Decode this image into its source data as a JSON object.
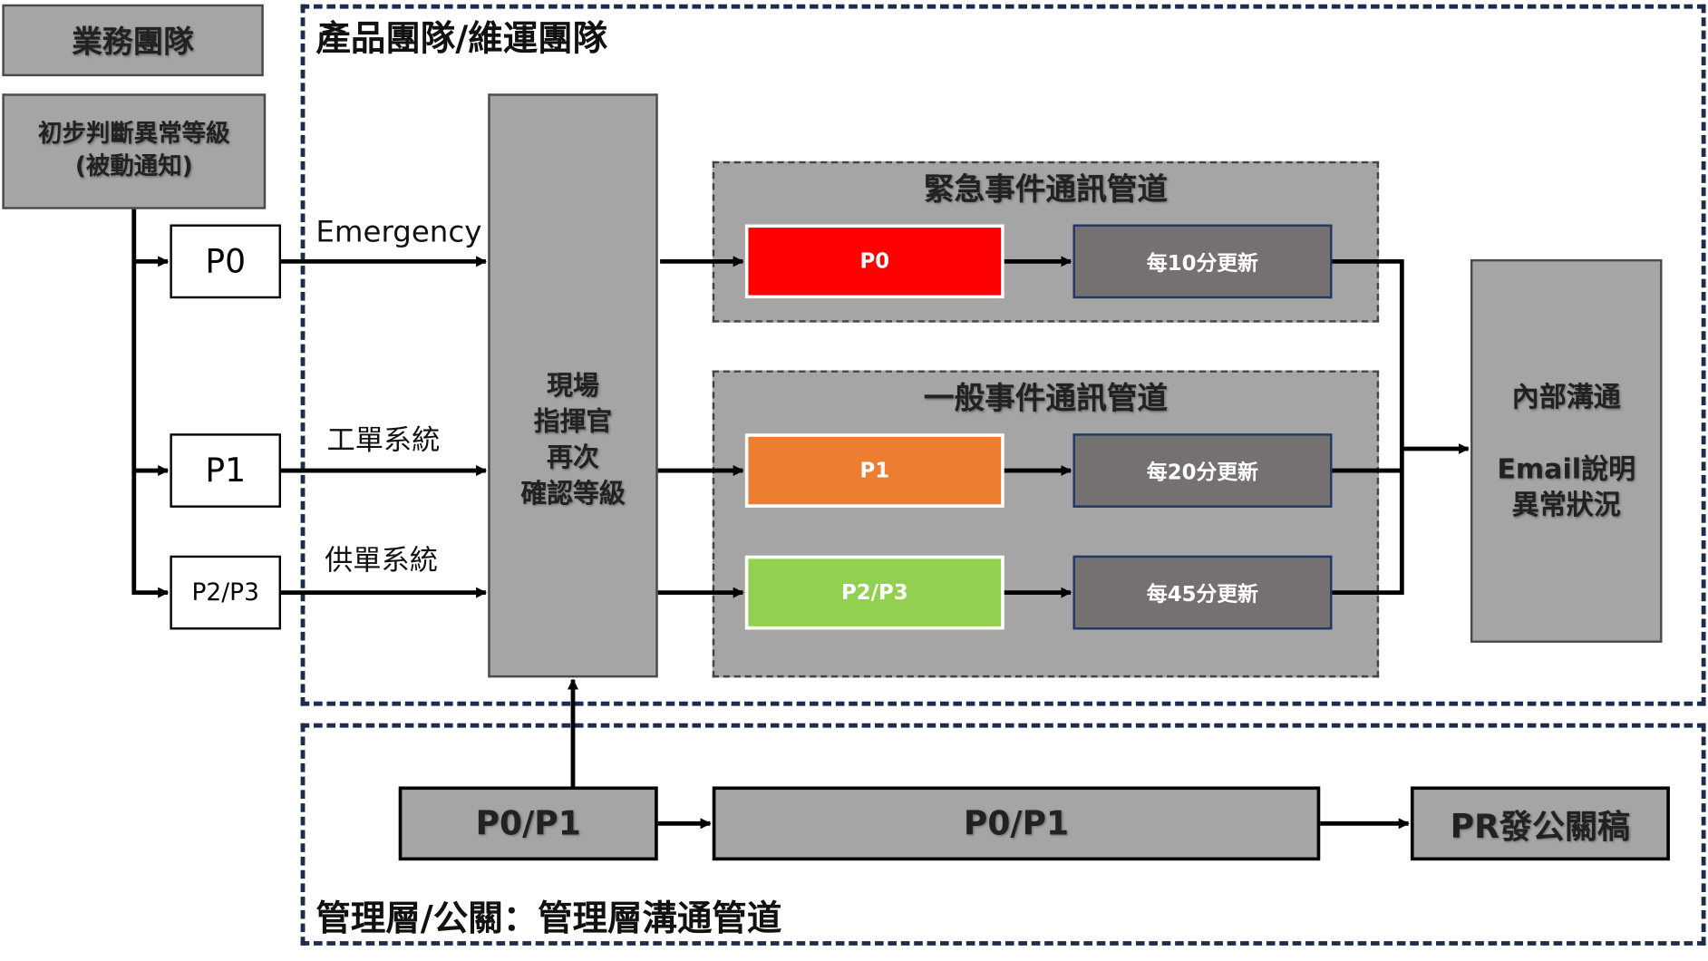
{
  "business_team": {
    "title": "業務團隊",
    "initial_judgment": [
      "初步判斷異常等級",
      "(被動通知)"
    ],
    "priorities": [
      "P0",
      "P1",
      "P2/P3"
    ]
  },
  "product_team": {
    "title": "產品團隊/維運團隊",
    "channel_labels": [
      "Emergency",
      "工單系統",
      "供單系統"
    ],
    "commander": [
      "現場",
      "指揮官",
      "再次",
      "確認等級"
    ],
    "emergency_channel": {
      "title": "緊急事件通訊管道",
      "rows": [
        {
          "priority": "P0",
          "update": "每10分更新",
          "color": "#ff0000"
        }
      ]
    },
    "general_channel": {
      "title": "一般事件通訊管道",
      "rows": [
        {
          "priority": "P1",
          "update": "每20分更新",
          "color": "#ed7d31"
        },
        {
          "priority": "P2/P3",
          "update": "每45分更新",
          "color": "#92d050"
        }
      ]
    },
    "internal_comm": [
      "內部溝通",
      "",
      "Email說明",
      "異常狀況"
    ]
  },
  "management": {
    "title": "管理層/公關：管理層溝通管道",
    "boxes": [
      "P0/P1",
      "P0/P1",
      "PR發公關稿"
    ]
  },
  "colors": {
    "box_grey": "#a5a5a5",
    "update_grey": "#767171",
    "dash_navy": "#1d2b4d"
  }
}
